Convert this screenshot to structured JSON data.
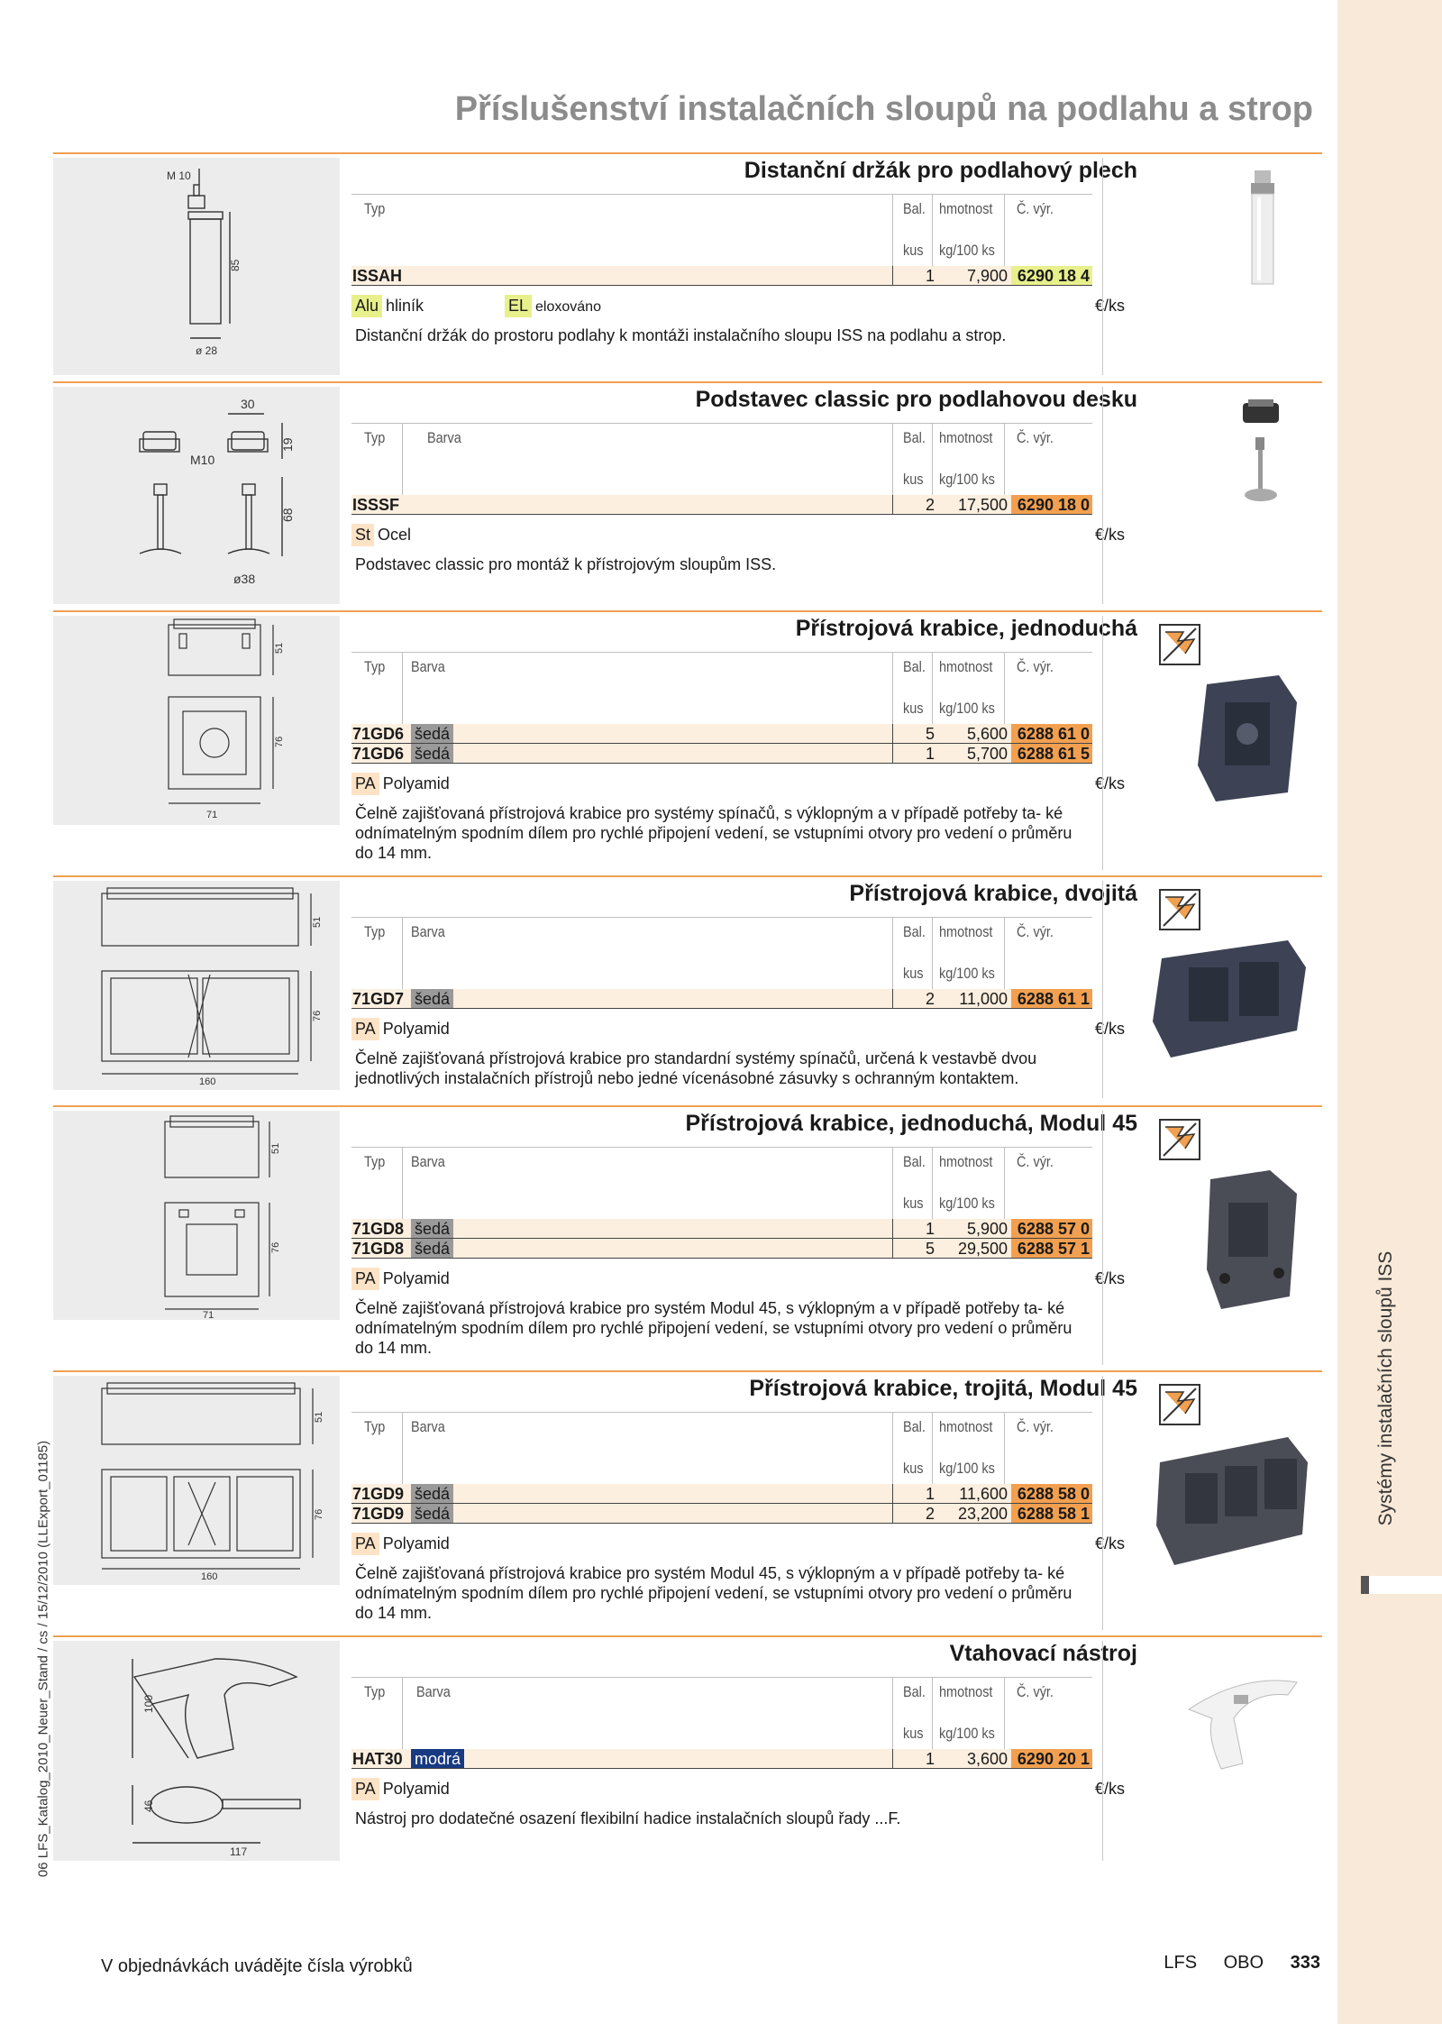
{
  "page_title": "Příslušenství instalačních sloupů na podlahu a strop",
  "side_text": "Systémy instalačních sloupů ISS",
  "left_vertical": "06 LFS_Katalog_2010_Neuer_Stand / cs / 15/12/2010 (LLExport_01185)",
  "footer": {
    "note": "V objednávkách uvádějte čísla výrobků",
    "brand1": "LFS",
    "brand2": "OBO",
    "page": "333"
  },
  "headers": {
    "typ": "Typ",
    "barva": "Barva",
    "bal": "Bal.",
    "hmotnost": "hmotnost",
    "cvyr": "Č. výr.",
    "kus": "kus",
    "kg": "kg/100 ks"
  },
  "colors": {
    "orange": "#f0a050",
    "num_green": "#e8f08c",
    "num_orange": "#f2a050",
    "grey": "#9a9a9a",
    "blue": "#173a82"
  },
  "drawing_labels": {
    "s1": {
      "m10": "M 10",
      "h85": "85",
      "d28": "ø 28"
    },
    "s2": {
      "w30": "30",
      "h19": "19",
      "m10": "M10",
      "h68": "68",
      "d38": "ø38"
    },
    "s3": {
      "h51": "51",
      "h76": "76",
      "w71": "71"
    },
    "s4": {
      "h51": "51",
      "h76": "76",
      "w160": "160"
    },
    "s5": {
      "h51": "51",
      "h76": "76",
      "w71": "71"
    },
    "s6": {
      "h51": "51",
      "h76": "76",
      "w160": "160"
    },
    "s7": {
      "h100": "100",
      "h46": "46",
      "w117": "117"
    }
  },
  "sections": [
    {
      "title": "Distanční držák pro podlahový plech",
      "rows": [
        {
          "typ": "ISSAH",
          "barva": "",
          "bal": "1",
          "weight": "7,900",
          "num": "6290 18 4"
        }
      ],
      "material": {
        "code": "Alu",
        "name": "hliník",
        "code2": "EL",
        "name2": "eloxováno"
      },
      "price": "€/ks",
      "desc": "Distanční držák do prostoru podlahy k montáži instalačního sloupu ISS na podlahu a strop."
    },
    {
      "title": "Podstavec classic pro podlahovou desku",
      "rows": [
        {
          "typ": "ISSSF",
          "barva": "",
          "bal": "2",
          "weight": "17,500",
          "num": "6290 18 0"
        }
      ],
      "material": {
        "code": "St",
        "name": "Ocel"
      },
      "price": "€/ks",
      "desc": "Podstavec classic pro montáž k přístrojovým sloupům ISS."
    },
    {
      "title": "Přístrojová krabice, jednoduchá",
      "rows": [
        {
          "typ": "71GD6",
          "barva": "šedá",
          "bal": "5",
          "weight": "5,600",
          "num": "6288 61 0"
        },
        {
          "typ": "71GD6",
          "barva": "šedá",
          "bal": "1",
          "weight": "5,700",
          "num": "6288 61 5"
        }
      ],
      "material": {
        "code": "PA",
        "name": "Polyamid"
      },
      "price": "€/ks",
      "desc": "Čelně zajišťovaná přístrojová krabice pro systémy spínačů, s výklopným a v případě potřeby ta- ké odnímatelným spodním dílem pro rychlé připojení vedení, se vstupními otvory pro vedení o průměru do 14 mm."
    },
    {
      "title": "Přístrojová krabice, dvojitá",
      "rows": [
        {
          "typ": "71GD7",
          "barva": "šedá",
          "bal": "2",
          "weight": "11,000",
          "num": "6288 61 1"
        }
      ],
      "material": {
        "code": "PA",
        "name": "Polyamid"
      },
      "price": "€/ks",
      "desc": "Čelně zajišťovaná přístrojová krabice pro standardní systémy spínačů, určená k vestavbě dvou jednotlivých instalačních přístrojů nebo jedné vícenásobné zásuvky s ochranným kontaktem."
    },
    {
      "title": "Přístrojová krabice, jednoduchá, Modul 45",
      "rows": [
        {
          "typ": "71GD8",
          "barva": "šedá",
          "bal": "1",
          "weight": "5,900",
          "num": "6288 57 0"
        },
        {
          "typ": "71GD8",
          "barva": "šedá",
          "bal": "5",
          "weight": "29,500",
          "num": "6288 57 1"
        }
      ],
      "material": {
        "code": "PA",
        "name": "Polyamid"
      },
      "price": "€/ks",
      "desc": "Čelně zajišťovaná přístrojová krabice pro systém Modul 45, s výklopným a v případě potřeby ta- ké odnímatelným spodním dílem pro rychlé připojení vedení, se vstupními otvory pro vedení o průměru do 14 mm."
    },
    {
      "title": "Přístrojová krabice, trojitá, Modul 45",
      "rows": [
        {
          "typ": "71GD9",
          "barva": "šedá",
          "bal": "1",
          "weight": "11,600",
          "num": "6288 58 0"
        },
        {
          "typ": "71GD9",
          "barva": "šedá",
          "bal": "2",
          "weight": "23,200",
          "num": "6288 58 1"
        }
      ],
      "material": {
        "code": "PA",
        "name": "Polyamid"
      },
      "price": "€/ks",
      "desc": "Čelně zajišťovaná přístrojová krabice pro systém Modul 45, s výklopným a v případě potřeby ta- ké odnímatelným spodním dílem pro rychlé připojení vedení, se vstupními otvory pro vedení o průměru do 14 mm."
    },
    {
      "title": "Vtahovací nástroj",
      "rows": [
        {
          "typ": "HAT30",
          "barva": "modrá",
          "bal": "1",
          "weight": "3,600",
          "num": "6290 20 1"
        }
      ],
      "material": {
        "code": "PA",
        "name": "Polyamid"
      },
      "price": "€/ks",
      "desc": "Nástroj pro dodatečné osazení flexibilní hadice instalačních sloupů řady ...F."
    }
  ]
}
